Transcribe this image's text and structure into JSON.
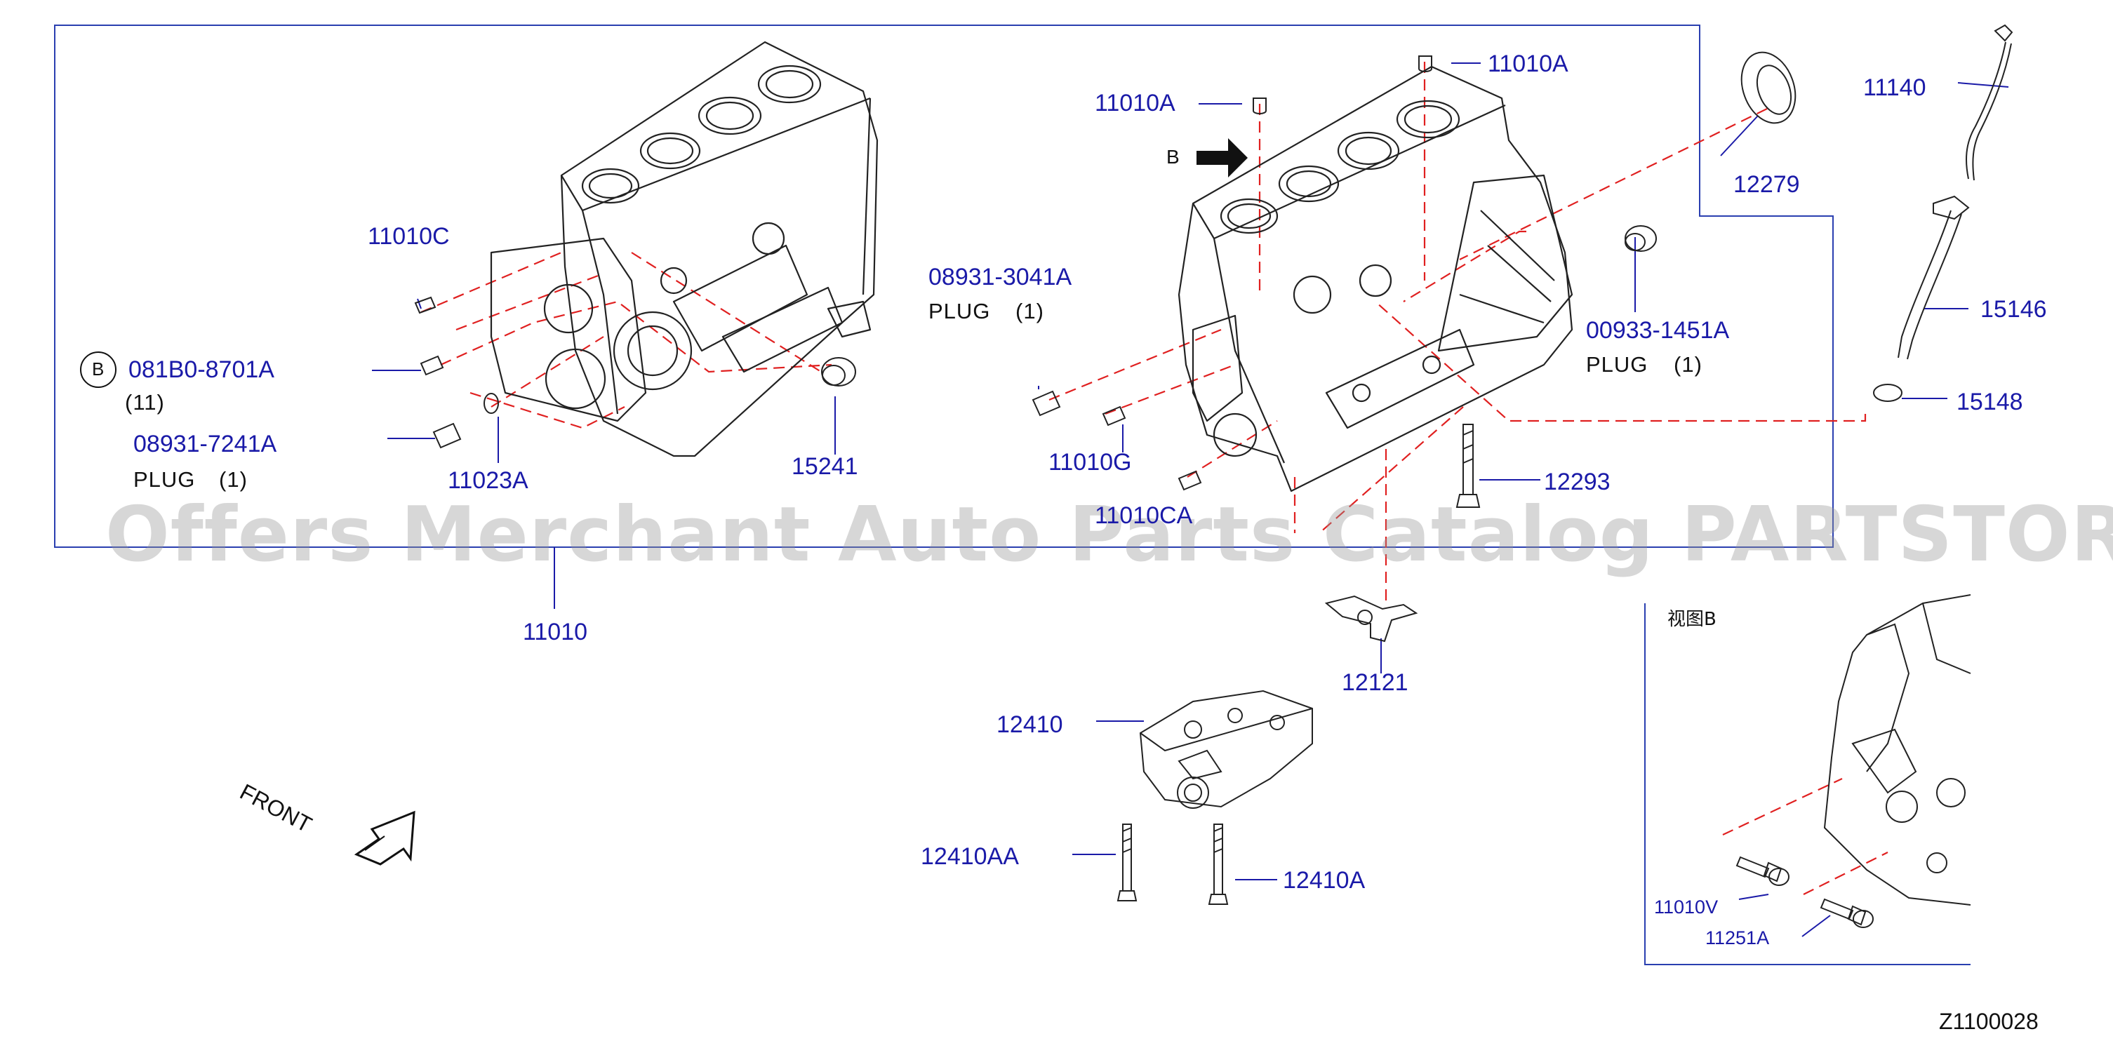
{
  "labels": {
    "p11010A_top": "11010A",
    "p11010A_left": "11010A",
    "p12279": "12279",
    "p11140": "11140",
    "p15146": "15146",
    "p15148": "15148",
    "p11010C": "11010C",
    "p081B0": "081B0-8701A",
    "q11": "(11)",
    "p08931_7241A": "08931-7241A",
    "plug_7241": "PLUG",
    "plug_7241_qty": "(1)",
    "p11023A": "11023A",
    "p15241": "15241",
    "p08931_3041A": "08931-3041A",
    "plug_3041": "PLUG",
    "plug_3041_qty": "(1)",
    "p11010G": "11010G",
    "p11010CA": "11010CA",
    "p00933": "00933-1451A",
    "plug_00933": "PLUG",
    "plug_00933_qty": "(1)",
    "p12293": "12293",
    "p11010": "11010",
    "p12121": "12121",
    "p12410": "12410",
    "p12410AA": "12410AA",
    "p12410A": "12410A",
    "view_b_title": "视图B",
    "p11010V": "11010V",
    "p11251A": "11251A",
    "ref_b_circle": "B",
    "arrow_b": "B",
    "front": "FRONT",
    "diagram_code": "Z1100028"
  },
  "watermark": "Offers Merchant Auto Parts Catalog PARTSTORE.SA",
  "colors": {
    "part_number": "#1a1aa8",
    "leader": "#1a1aa8",
    "dashed": "#e02020",
    "drawing": "#222222",
    "frame": "#2a3fb0"
  }
}
